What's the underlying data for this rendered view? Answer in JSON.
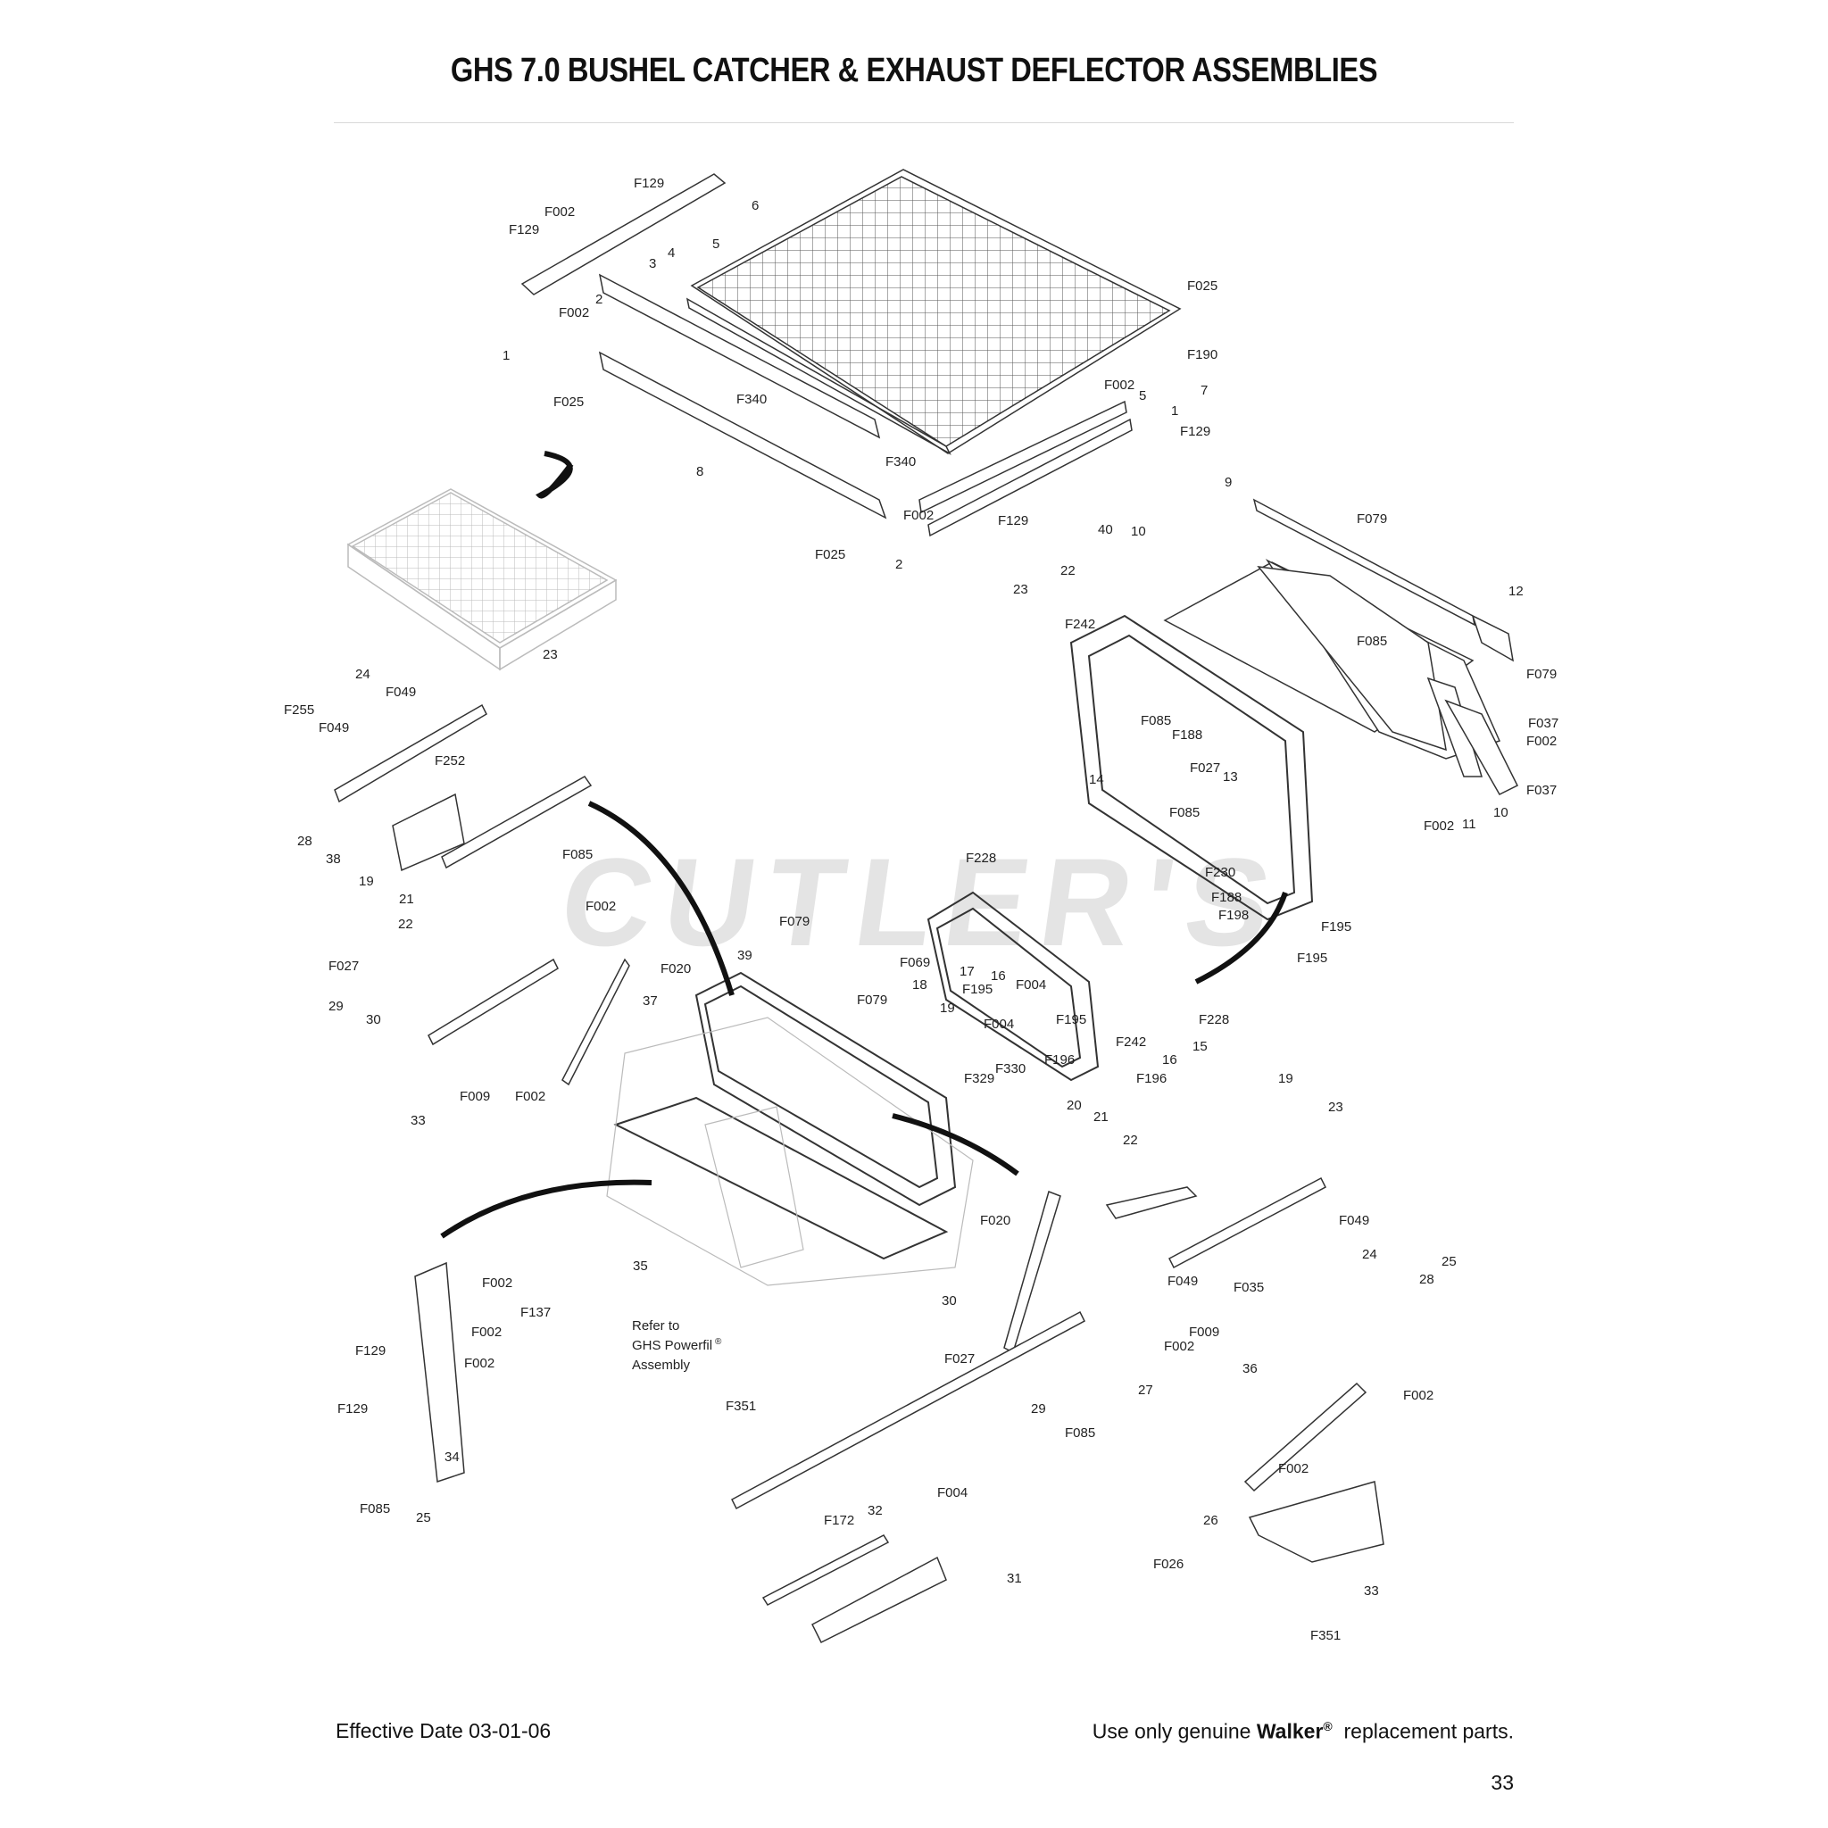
{
  "title": "GHS 7.0 BUSHEL CATCHER & EXHAUST DEFLECTOR ASSEMBLIES",
  "watermark": "CUTLER'S",
  "callouts": [
    "F129",
    "F002",
    "F129",
    "6",
    "5",
    "4",
    "3",
    "F025",
    "2",
    "F002",
    "1",
    "F190",
    "7",
    "F002",
    "5",
    "1",
    "F129",
    "F025",
    "F340",
    "F340",
    "8",
    "F002",
    "F129",
    "F025",
    "2",
    "9",
    "F079",
    "10",
    "40",
    "12",
    "22",
    "23",
    "F085",
    "F242",
    "F079",
    "F037",
    "F085",
    "F188",
    "F027",
    "13",
    "F002",
    "F037",
    "14",
    "F002",
    "11",
    "10",
    "F085",
    "F228",
    "F230",
    "F188",
    "F198",
    "F195",
    "F195",
    "24",
    "F049",
    "23",
    "F255",
    "F049",
    "F252",
    "28",
    "38",
    "F085",
    "19",
    "21",
    "F002",
    "22",
    "F027",
    "F020",
    "29",
    "30",
    "37",
    "33",
    "F009",
    "F002",
    "F079",
    "39",
    "F069",
    "17",
    "16",
    "F195",
    "18",
    "F004",
    "F079",
    "19",
    "F004",
    "F195",
    "F242",
    "F228",
    "15",
    "16",
    "F330",
    "F329",
    "F196",
    "F196",
    "20",
    "21",
    "22",
    "19",
    "23",
    "F020",
    "F049",
    "24",
    "25",
    "F049",
    "28",
    "F035",
    "F002",
    "F009",
    "30",
    "F027",
    "29",
    "27",
    "F085",
    "36",
    "F002",
    "35",
    "F002",
    "F137",
    "F002",
    "F129",
    "F002",
    "F129",
    "34",
    "F085",
    "25",
    "F002",
    "26",
    "F026",
    "33",
    "F351",
    "F351",
    "F004",
    "F172",
    "32",
    "31"
  ],
  "note": {
    "line1": "Refer to",
    "line2": "GHS Powerfil",
    "reg": "®",
    "line3": "Assembly"
  },
  "footer": {
    "effective_date": "Effective Date 03-01-06",
    "use_only": "Use only genuine",
    "brand": "Walker",
    "reg": "®",
    "replacement": "replacement parts.",
    "page_number": "33"
  }
}
